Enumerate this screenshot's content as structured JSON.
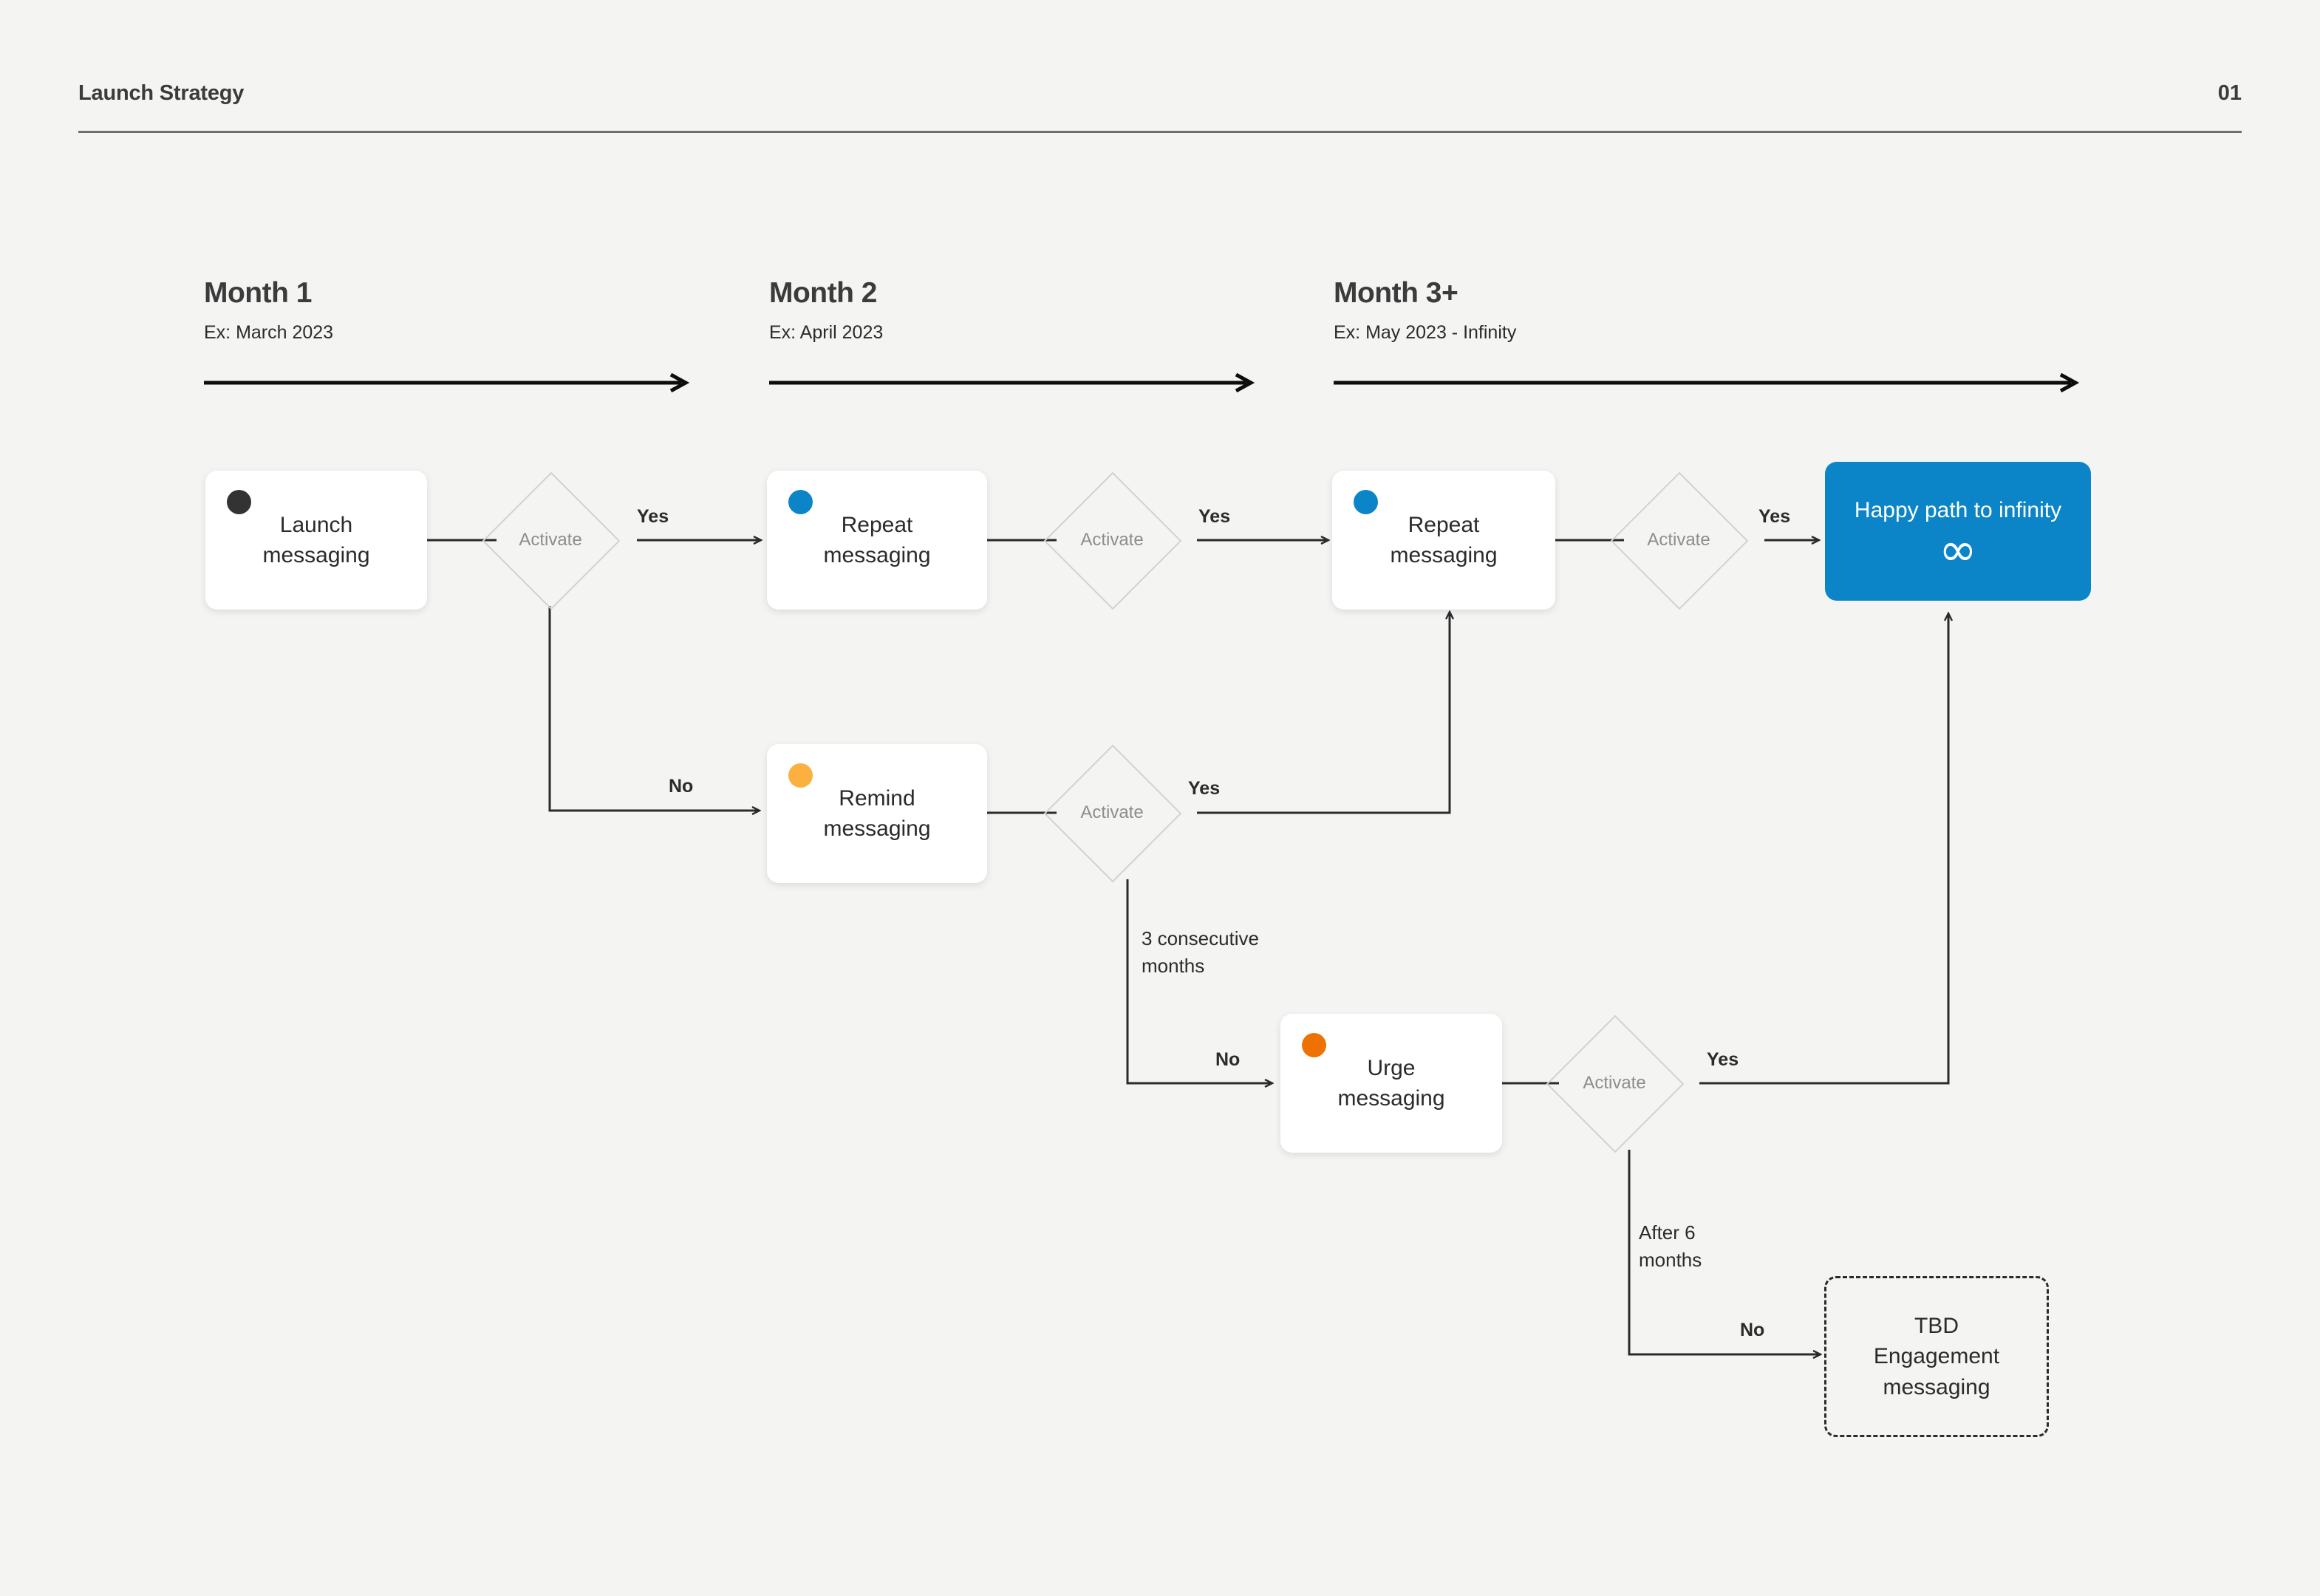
{
  "header": {
    "title": "Launch Strategy",
    "page_number": "01"
  },
  "timeline": [
    {
      "title": "Month 1",
      "subtitle": "Ex: March 2023"
    },
    {
      "title": "Month 2",
      "subtitle": "Ex: April 2023"
    },
    {
      "title": "Month 3+",
      "subtitle": "Ex: May 2023 - Infinity"
    }
  ],
  "nodes": {
    "launch": {
      "label": "Launch\nmessaging",
      "dot_color": "#333333"
    },
    "repeat_1": {
      "label": "Repeat\nmessaging",
      "dot_color": "#0c85c8"
    },
    "repeat_2": {
      "label": "Repeat\nmessaging",
      "dot_color": "#0c85c8"
    },
    "remind": {
      "label": "Remind\nmessaging",
      "dot_color": "#fbb040"
    },
    "urge": {
      "label": "Urge\nmessaging",
      "dot_color": "#ee7203"
    },
    "tbd": {
      "label": "TBD\nEngagement\nmessaging"
    },
    "terminal": {
      "label": "Happy path to infinity",
      "icon": "infinity-icon",
      "glyph": "∞",
      "bg_color": "#0c85c8"
    }
  },
  "decisions": {
    "d1": {
      "label": "Activate"
    },
    "d2": {
      "label": "Activate"
    },
    "d3": {
      "label": "Activate"
    },
    "d4": {
      "label": "Activate"
    },
    "d5": {
      "label": "Activate"
    }
  },
  "edges": {
    "e_d1_yes": {
      "label": "Yes"
    },
    "e_d1_no": {
      "label": "No"
    },
    "e_d2_yes": {
      "label": "Yes"
    },
    "e_d3_yes": {
      "label": "Yes"
    },
    "e_d4_yes": {
      "label": "Yes"
    },
    "e_d4_no": {
      "label": "No",
      "note": "3 consecutive\nmonths"
    },
    "e_d5_yes": {
      "label": "Yes"
    },
    "e_d5_no": {
      "label": "No",
      "note": "After 6\nmonths"
    }
  },
  "colors": {
    "background": "#f4f4f3",
    "accent_blue": "#0c85c8",
    "amber": "#fbb040",
    "orange": "#ee7203",
    "dark": "#333333",
    "diamond_border": "#d2d2d2"
  }
}
